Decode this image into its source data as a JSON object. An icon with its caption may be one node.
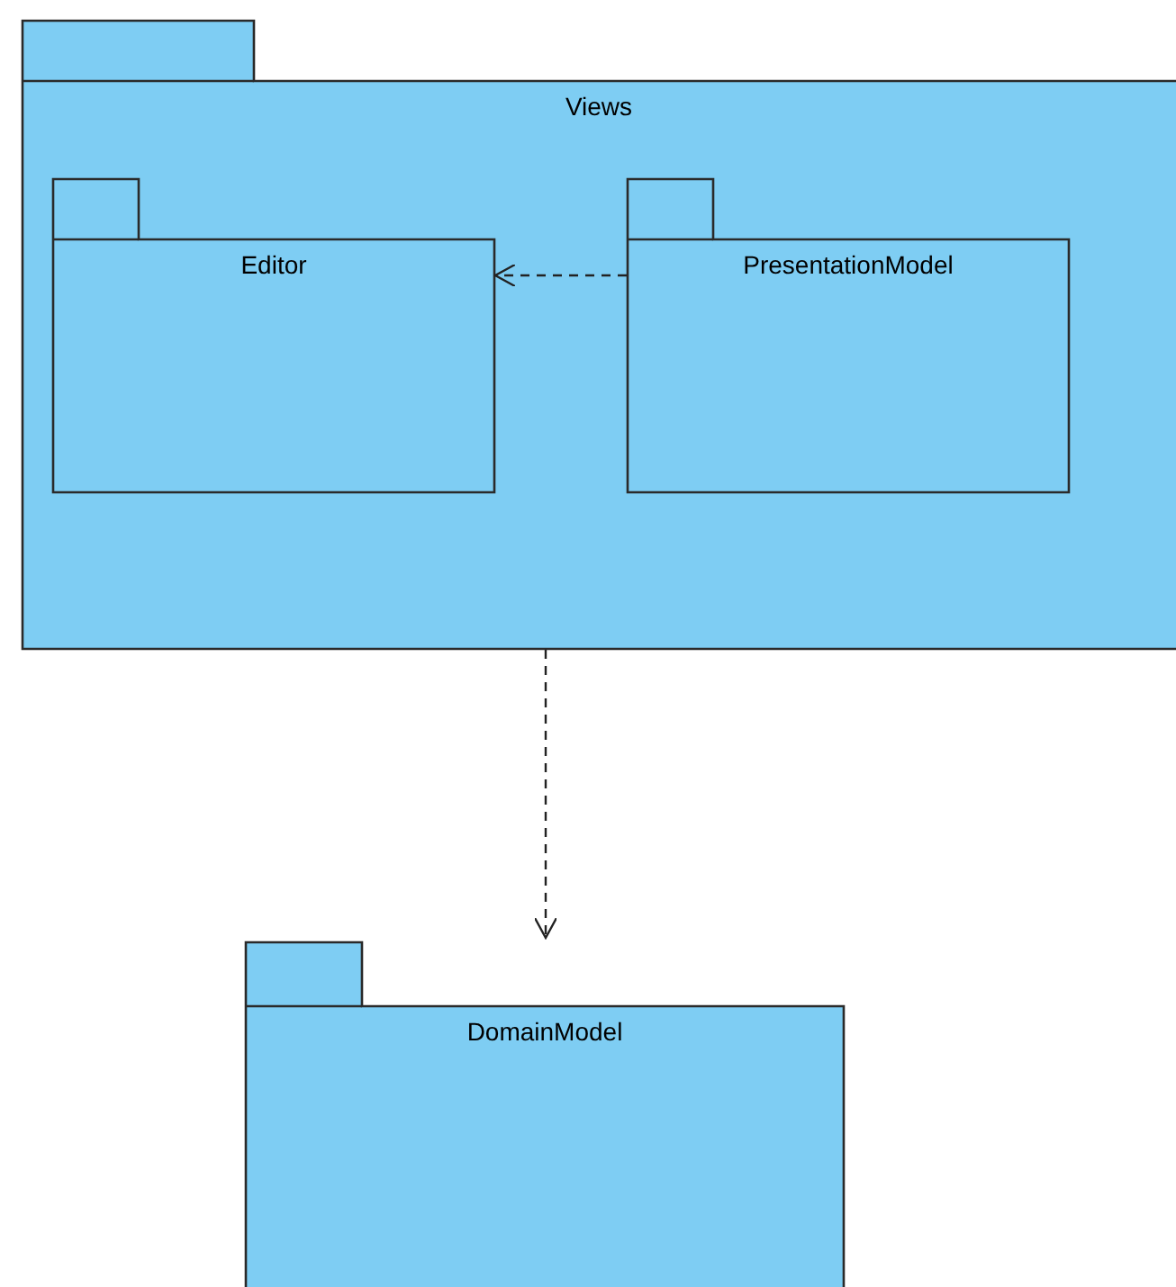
{
  "diagram": {
    "nodes": [
      {
        "text": [
          "Views"
        ]
      },
      {
        "text": [
          "Editor"
        ],
        "in": 0
      },
      {
        "text": [
          "PresentationModel"
        ],
        "in": 0
      },
      {
        "text": [
          "DomainModel"
        ]
      }
    ],
    "edges": [
      {
        "from": 2,
        "to": 1,
        "arrow": "to",
        "style": "dashed"
      },
      {
        "from": 0,
        "to": 3,
        "arrow": "to",
        "style": "dashed"
      }
    ]
  }
}
